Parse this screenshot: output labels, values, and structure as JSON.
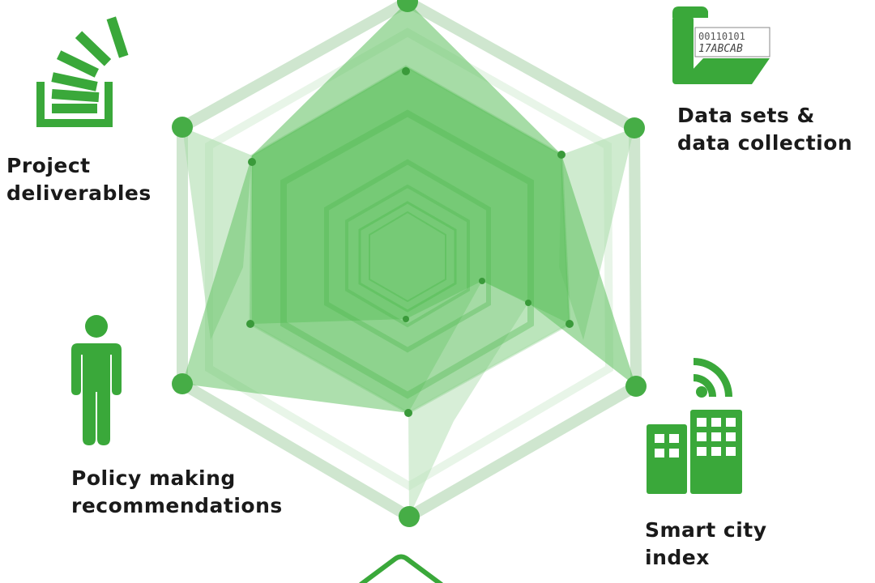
{
  "colors": {
    "accent": "#3aa83a",
    "ring": "#cfe6cf",
    "fill_light": "#7fcf7f",
    "fill_dark": "#4cb84c",
    "dot": "#46ad46",
    "text": "#1a1a1a"
  },
  "axes": [
    {
      "id": "top",
      "label": ""
    },
    {
      "id": "data-sets",
      "label": "Data sets & data collection",
      "line1": "Data sets &",
      "line2": "data collection",
      "icon": "folder-data-icon"
    },
    {
      "id": "smart-city",
      "label": "Smart city index",
      "line1": "Smart city",
      "line2": "index",
      "icon": "smart-city-building-wifi-icon"
    },
    {
      "id": "bottom",
      "label": "",
      "icon": "house-roof-icon"
    },
    {
      "id": "policy",
      "label": "Policy making recommendations",
      "line1": "Policy making",
      "line2": "recommendations",
      "icon": "person-icon"
    },
    {
      "id": "deliverables",
      "label": "Project deliverables",
      "line1": "Project",
      "line2": "deliverables",
      "icon": "stack-deliverables-icon"
    }
  ],
  "chart_data": {
    "type": "radar",
    "title": "",
    "categories": [
      "(top, unlabeled)",
      "Data sets & data collection",
      "Smart city index",
      "(bottom, unlabeled)",
      "Policy making recommendations",
      "Project deliverables"
    ],
    "rlim": [
      0,
      1
    ],
    "grid_levels": [
      0.2,
      0.3,
      0.5,
      0.6,
      0.74,
      1.0
    ],
    "series": [
      {
        "name": "series-1",
        "values": [
          1.0,
          0.7,
          1.0,
          0.6,
          0.3,
          0.7
        ]
      },
      {
        "name": "series-2",
        "values": [
          0.74,
          1.0,
          0.5,
          1.0,
          0.7,
          0.3
        ]
      },
      {
        "name": "series-3",
        "values": [
          0.74,
          0.74,
          0.74,
          0.74,
          1.0,
          1.0
        ]
      },
      {
        "name": "series-4",
        "values": [
          0.74,
          0.74,
          0.74,
          0.6,
          0.74,
          0.74
        ]
      }
    ],
    "grid": true,
    "legend": "none"
  }
}
